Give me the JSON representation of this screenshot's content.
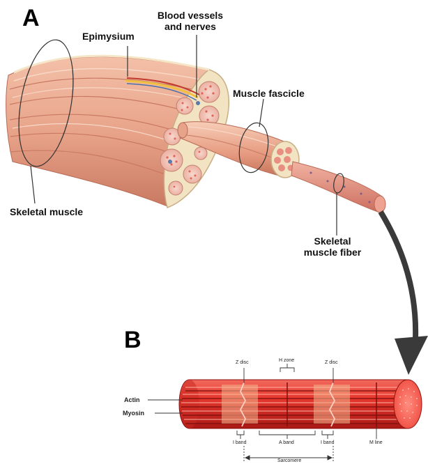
{
  "panel_a": {
    "letter": "A",
    "labels": {
      "blood_vessels": "Blood vessels\nand nerves",
      "epimysium": "Epimysium",
      "muscle_fascicle": "Muscle fascicle",
      "skeletal_muscle": "Skeletal muscle",
      "skeletal_muscle_fiber": "Skeletal\nmuscle fiber"
    }
  },
  "panel_b": {
    "letter": "B",
    "labels": {
      "z_disc_left": "Z disc",
      "h_zone": "H zone",
      "z_disc_right": "Z disc",
      "actin": "Actin",
      "myosin": "Myosin",
      "i_band_left": "I band",
      "a_band": "A band",
      "i_band_right": "I band",
      "m_line": "M line",
      "sarcomere": "Sarcomere"
    }
  },
  "colors": {
    "muscle": "#e8a48a",
    "muscle_shadow": "#c97962",
    "muscle_highlight": "#f6cdb8",
    "epimysium_sheath": "#f3e6c6",
    "myofibril_red": "#e53a32",
    "myofibril_dark": "#b81e1c",
    "arrow": "#3a3a3a"
  }
}
